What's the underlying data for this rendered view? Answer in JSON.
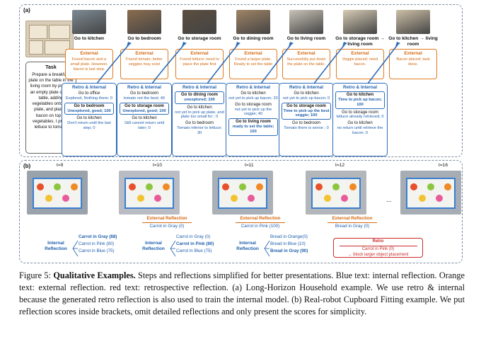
{
  "panel_a": {
    "label": "(a)",
    "task": {
      "title": "Task",
      "text": "Prepare a breakfast plate on the table in the living room by placing an empty plate on the table, adding vegetables onto the plate, and placing bacon on top of vegetables. I prefer lettuce to tomato."
    },
    "steps": [
      {
        "action": "Go to kitchen",
        "thumb_color": "#7d8a93",
        "external": {
          "head": "External",
          "text": "Found bacon and a small plate. However, bacon is last step."
        },
        "retro": {
          "head": "Retro & Internal",
          "candidates": [
            {
              "act": "Go to office",
              "eval": "Explored, Nothing there; 0",
              "selected": false
            },
            {
              "act": "Go to bedroom",
              "eval": "Unexplored, good; 100",
              "selected": true
            },
            {
              "act": "Go to kitchen",
              "eval": "Don't return until the last step; 0",
              "selected": false
            }
          ]
        }
      },
      {
        "action": "Go to bedroom",
        "thumb_color": "#8a6c4f",
        "external": {
          "head": "External",
          "text": "Found tomato; better veggies may exist"
        },
        "retro": {
          "head": "Retro & Internal",
          "candidates": [
            {
              "act": "Go to bedroom",
              "eval": "tomato not the best; 40",
              "selected": false
            },
            {
              "act": "Go to storage room",
              "eval": "Unexplored, good; 100",
              "selected": true
            },
            {
              "act": "Go to kitchen",
              "eval": "Still cannot return until later; 0",
              "selected": false
            }
          ]
        }
      },
      {
        "action": "Go to storage room",
        "thumb_color": "#5b4e3f",
        "external": {
          "head": "External",
          "text": "Found lettuce; need to place the plate first"
        },
        "retro": {
          "head": "Retro & Internal",
          "candidates": [
            {
              "act": "Go to dining room",
              "eval": "unexplored; 100",
              "selected": true
            },
            {
              "act": "Go to kitchen",
              "eval": "not yet to pick up plate, and plate too small for ; 0",
              "selected": false
            },
            {
              "act": "Go to bedroom",
              "eval": "Tomato inferior to lettuce; 30",
              "selected": false
            }
          ]
        }
      },
      {
        "action": "Go to dining room",
        "thumb_color": "#a08466",
        "external": {
          "head": "External",
          "text": "Found a larger plate. Ready to set the table"
        },
        "retro": {
          "head": "Retro & Internal",
          "candidates": [
            {
              "act": "Go to kitchen",
              "eval": "not yet to pick up bacon; 20",
              "selected": false
            },
            {
              "act": "Go to storage room",
              "eval": "not yet to pick up the veggie; 40",
              "selected": false
            },
            {
              "act": "Go to living room",
              "eval": "ready to set the table; 100",
              "selected": true
            }
          ]
        }
      },
      {
        "action": "Go to living room",
        "thumb_color": "#c9c3b8",
        "external": {
          "head": "External",
          "text": "Successfully put down the plate on the table."
        },
        "retro": {
          "head": "Retro & Internal",
          "candidates": [
            {
              "act": "Go to kitchen",
              "eval": "not yet to pick up bacon; 0",
              "selected": false
            },
            {
              "act": "Go to storage room",
              "eval": "Time to pick up the best veggie; 100",
              "selected": true
            },
            {
              "act": "Go to bedroom",
              "eval": "Tomato there is worse ; 0",
              "selected": false
            }
          ]
        }
      },
      {
        "action": "Go to storage room → living room",
        "thumb_color": "#d6cbb4",
        "external": {
          "head": "External",
          "text": "Veggie placed; need bacon."
        },
        "retro": {
          "head": "Retro & Internal",
          "candidates": [
            {
              "act": "Go to kitchen",
              "eval": "Time to pick up bacon; 100",
              "selected": true
            },
            {
              "act": "Go to storage room",
              "eval": "lettuce already retrieved; 0",
              "selected": false
            },
            {
              "act": "Go to kitchen",
              "eval": "no return until retrieve the bacon; 0",
              "selected": false
            }
          ]
        }
      },
      {
        "action": "Go to kitchen → living room",
        "thumb_color": "#cdbfa6",
        "external": {
          "head": "External",
          "text": "Bacon placed; task done."
        },
        "retro": null
      }
    ]
  },
  "panel_b": {
    "label": "(b)",
    "frames": [
      {
        "t": "t=9",
        "bg": "#9aa3ab"
      },
      {
        "t": "t=10",
        "bg": "#b9bdc3"
      },
      {
        "t": "t=11",
        "bg": "#aab0b7"
      },
      {
        "t": "t=12",
        "bg": "#b3b6ba"
      },
      {
        "t": "t=16",
        "bg": "#a7adb4"
      }
    ],
    "ellipsis": "...",
    "external_reflections": [
      {
        "head": "External Reflection",
        "value": "Carrot in Gray (0)"
      },
      {
        "head": "External Reflection",
        "value": "Carrot in Pink (100)"
      },
      {
        "head": "External Reflection",
        "value": "Bread in Gray (0)"
      }
    ],
    "internal_groups": [
      {
        "label": "Internal Reflection",
        "scores": [
          {
            "text": "Carrot in Gray (88)",
            "selected": true
          },
          {
            "text": "Carrot in Pink (80)",
            "selected": false
          },
          {
            "text": "Carrot in Blue (75)",
            "selected": false
          }
        ]
      },
      {
        "label": "Internal Reflection",
        "scores": [
          {
            "text": "Carrot in Gray (0)",
            "selected": false
          },
          {
            "text": "Carrot in Pink (80)",
            "selected": true
          },
          {
            "text": "Carrot in Blue (75)",
            "selected": false
          }
        ]
      },
      {
        "label": "Internal Reflection",
        "scores": [
          {
            "text": "Bread in Orange(0)",
            "selected": false
          },
          {
            "text": "Bread in Blue (10)",
            "selected": false
          },
          {
            "text": "Bread in Gray (90)",
            "selected": true
          }
        ]
      }
    ],
    "retro": {
      "head": "Retro",
      "line1": "Carrot in Pink (0)",
      "line2": "→ block larger object placement"
    }
  },
  "caption": {
    "figure": "Figure 5:",
    "title": "Qualitative Examples.",
    "body": " Steps and reflections simplified for better presentations. Blue text: internal reflection. Orange text: external reflection. red text: retrospective reflection. (a) Long-Horizon Household example. We use retro & internal because the generated retro reflection is also used to train the internal model. (b) Real-robot Cupboard Fitting example. We put reflection scores inside brackets, omit detailed reflections and only present the scores for simplicity."
  }
}
